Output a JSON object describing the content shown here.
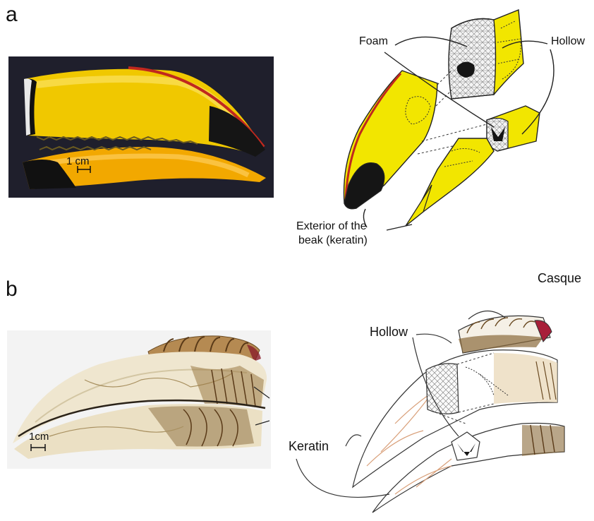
{
  "panels": [
    {
      "label": "a",
      "photo_scale": "1 cm",
      "labels": {
        "foam": "Foam",
        "hollow": "Hollow",
        "exterior_line1": "Exterior of the",
        "exterior_line2": "beak (keratin)"
      }
    },
    {
      "label": "b",
      "photo_scale": "1cm",
      "labels": {
        "casque": "Casque",
        "hollow": "Hollow",
        "keratin": "Keratin"
      }
    }
  ],
  "colors": {
    "toucan_yellow": "#f2e600",
    "toucan_black": "#151515",
    "toucan_red": "#c0281e",
    "photo_bg_dark": "#1a1a26",
    "hornbill_ivory": "#efe6cf",
    "hornbill_brown": "#8a6a3a",
    "casque_red": "#a8203a",
    "sketch_orange": "#d9a07a"
  }
}
